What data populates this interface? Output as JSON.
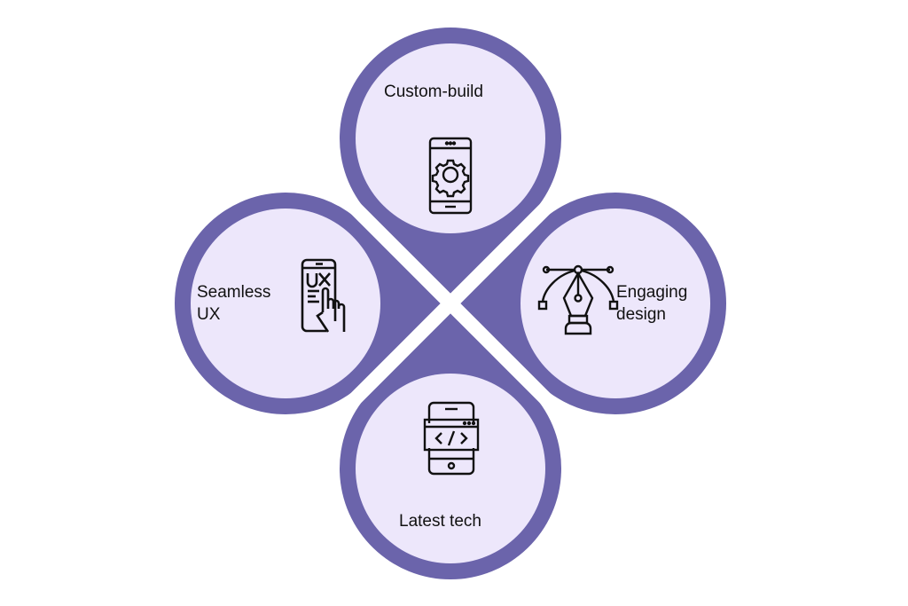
{
  "colors": {
    "ring": "#6b64ab",
    "fill": "#ede7fb",
    "gap": "#ffffff",
    "text": "#111111"
  },
  "items": [
    {
      "id": "top",
      "lines": [
        "Custom-build"
      ],
      "icon": "phone-gear-icon"
    },
    {
      "id": "left",
      "lines": [
        "Seamless",
        "UX"
      ],
      "icon": "phone-ux-touch-icon"
    },
    {
      "id": "right",
      "lines": [
        "Engaging",
        "design"
      ],
      "icon": "pen-tool-bezier-icon"
    },
    {
      "id": "bottom",
      "lines": [
        "Latest tech"
      ],
      "icon": "phone-code-icon"
    }
  ]
}
